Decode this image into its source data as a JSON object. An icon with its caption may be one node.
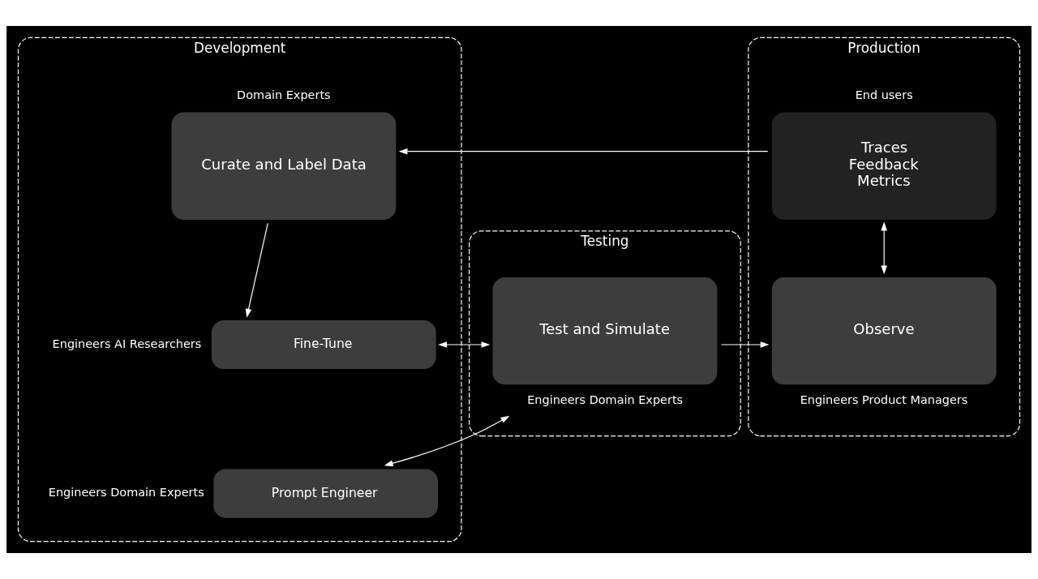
{
  "diagram": {
    "nodes": [
      {
        "text": [
          "Development"
        ]
      },
      {
        "text": [
          "Testing"
        ]
      },
      {
        "text": [
          "Production"
        ]
      },
      {
        "text": [
          "Curate and Label Data"
        ],
        "in": 0,
        "beside": [
          "Domain Experts"
        ]
      },
      {
        "text": [
          "Fine-Tune"
        ],
        "in": 0,
        "beside": [
          "Engineers AI Researchers"
        ]
      },
      {
        "text": [
          "Prompt Engineer"
        ],
        "in": 0,
        "beside": [
          "Engineers Domain Experts"
        ]
      },
      {
        "text": [
          "Test and Simulate"
        ],
        "in": 1,
        "beside": [
          "Engineers Domain Experts"
        ]
      },
      {
        "text": [
          "Traces",
          "Feedback",
          "Metrics"
        ],
        "in": 2,
        "beside": [
          "End users"
        ]
      },
      {
        "text": [
          "Observe"
        ],
        "in": 2,
        "beside": [
          "Engineers Product Managers"
        ]
      }
    ],
    "edges": [
      {
        "from": 7,
        "to": 3,
        "arrow": "to"
      },
      {
        "from": 3,
        "to": 4,
        "arrow": "to"
      },
      {
        "from": 4,
        "to": 6,
        "arrow": "both"
      },
      {
        "from": 5,
        "to": 6,
        "arrow": "both"
      },
      {
        "from": 6,
        "to": 8,
        "arrow": "to"
      },
      {
        "from": 7,
        "to": 8,
        "arrow": "both"
      }
    ]
  }
}
